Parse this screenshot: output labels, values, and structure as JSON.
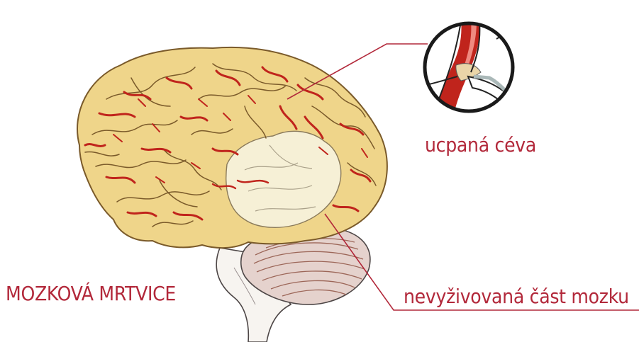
{
  "labels": {
    "title": "MOZKOVÁ MRTVICE",
    "blocked_vessel": "ucpaná céva",
    "unsupplied_area": "nevyživovaná část mozku"
  },
  "colors": {
    "label_text": "#b2283a",
    "leader_line": "#b2283a",
    "brain_fill": "#efd58a",
    "brain_outline": "#7a5a2a",
    "vessel_red": "#c0241c",
    "pale_region": "#f6f0d6",
    "cerebellum_fill": "#e5d2cd",
    "cerebellum_lines": "#9c6658",
    "brainstem_fill": "#f7f4f0"
  }
}
